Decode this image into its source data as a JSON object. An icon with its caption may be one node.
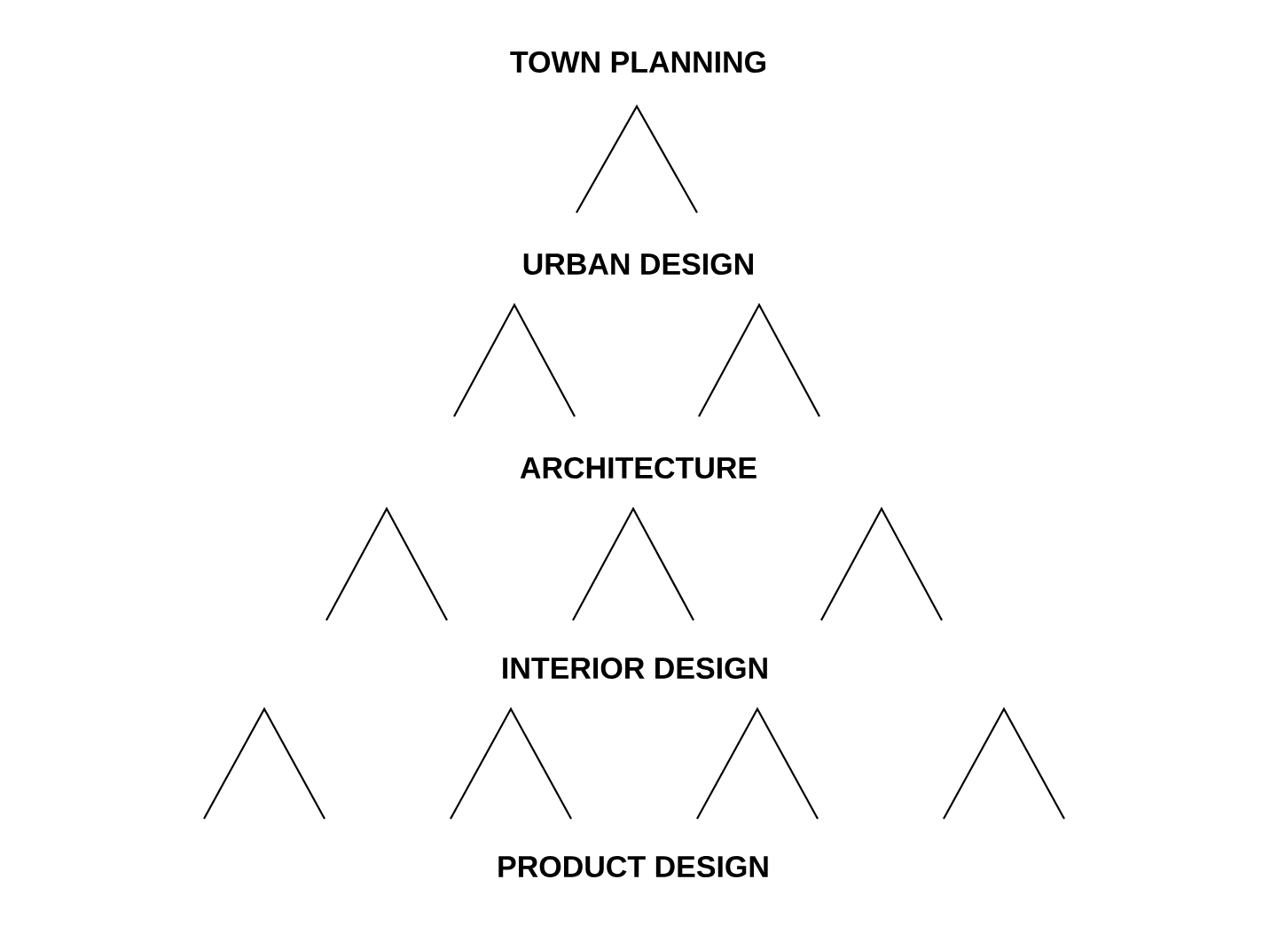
{
  "diagram": {
    "labels": [
      "TOWN PLANNING",
      "URBAN DESIGN",
      "ARCHITECTURE",
      "INTERIOR DESIGN",
      "PRODUCT DESIGN"
    ]
  }
}
